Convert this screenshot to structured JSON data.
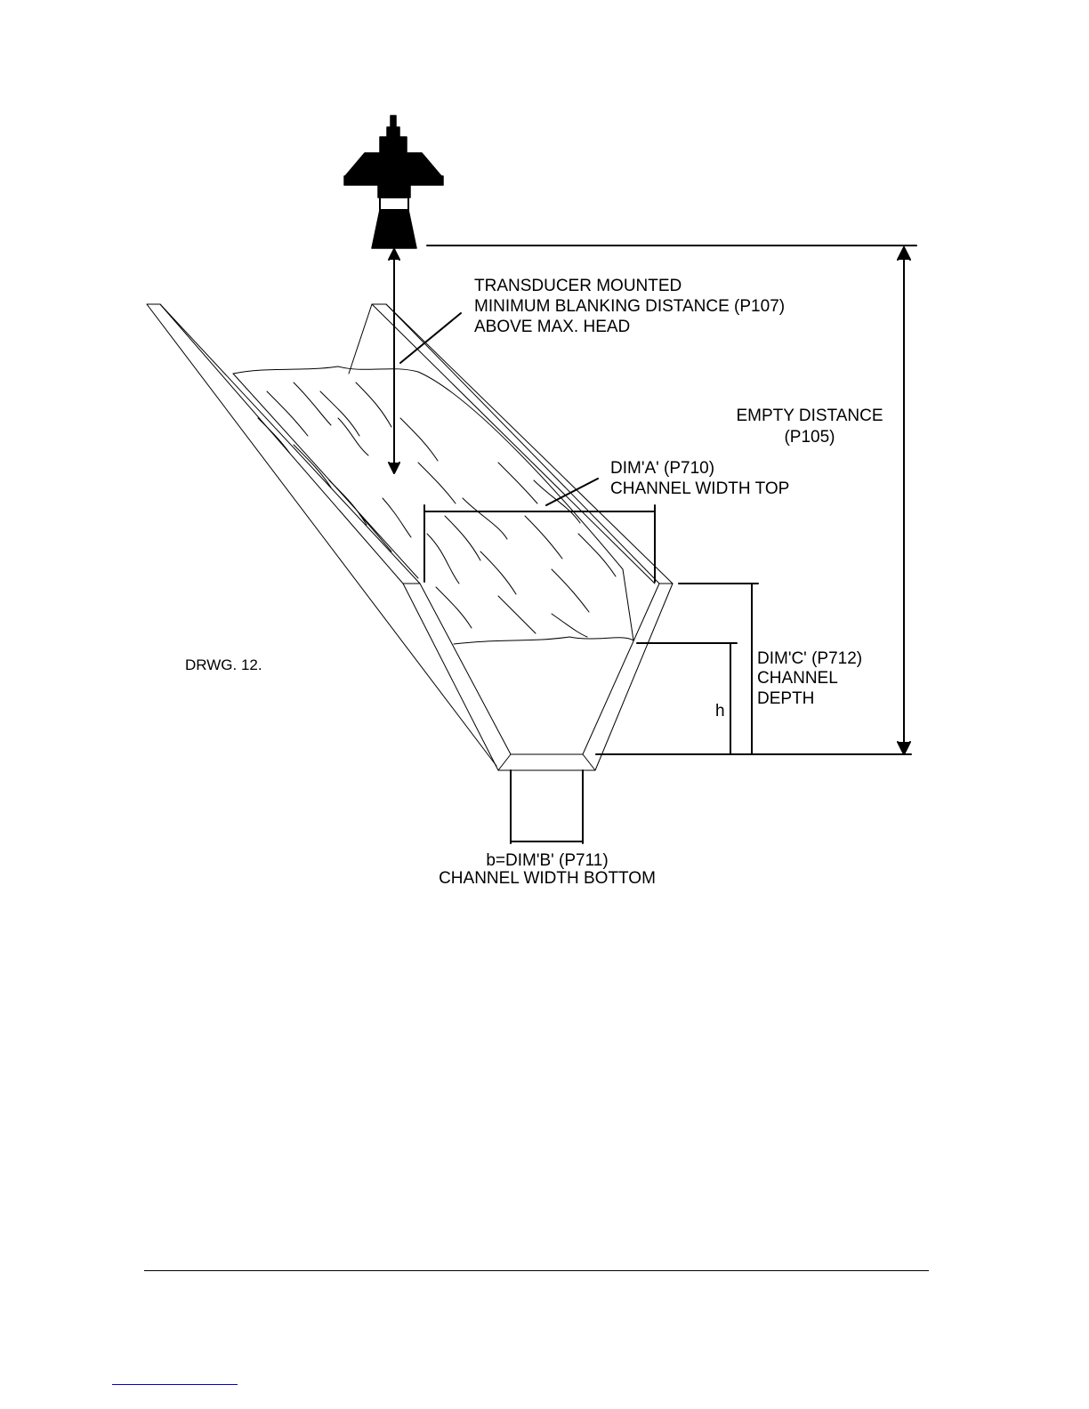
{
  "labels": {
    "transducer_note": [
      "TRANSDUCER MOUNTED",
      "MINIMUM BLANKING DISTANCE (P107)",
      "ABOVE MAX. HEAD"
    ],
    "empty_distance": [
      "EMPTY DISTANCE",
      "(P105)"
    ],
    "dim_a": [
      "DIM'A' (P710)",
      "CHANNEL WIDTH TOP"
    ],
    "dim_c": [
      "DIM'C' (P712)",
      "CHANNEL",
      "DEPTH"
    ],
    "h": "h",
    "dim_b": [
      "b=DIM'B' (P711)",
      "CHANNEL WIDTH BOTTOM"
    ],
    "drawing_id": "DRWG. 12."
  },
  "colors": {
    "ink": "#000000",
    "link": "#0000cc"
  }
}
